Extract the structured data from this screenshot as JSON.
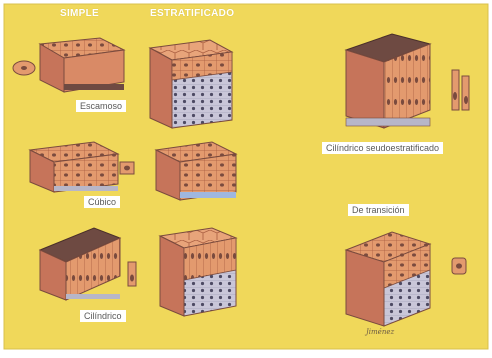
{
  "figure": {
    "background_color": "#f0d85a",
    "cell_colors": {
      "surface": "#e39a6e",
      "nucleus": "#7a4b3e",
      "basement": "#b7b6c8",
      "dark_top": "#6e4a42"
    }
  },
  "headings": {
    "simple": "SIMPLE",
    "stratified": "ESTRATIFICADO"
  },
  "labels": {
    "squamous": "Escamoso",
    "cuboidal": "Cúbico",
    "columnar": "Cilíndrico",
    "pseudostratified": "Cilíndrico seudoestratificado",
    "transitional": "De transición"
  },
  "signature": "Jiménez"
}
